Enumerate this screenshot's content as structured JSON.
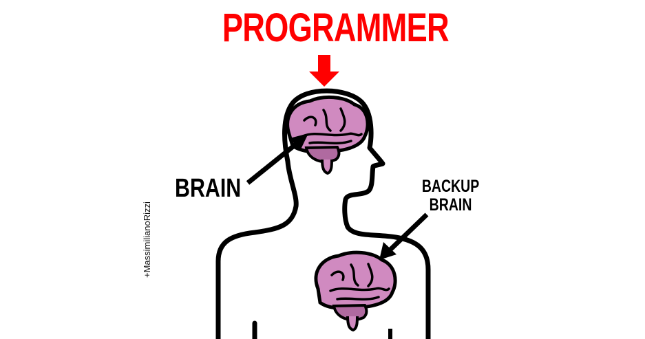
{
  "title": "PROGRAMMER",
  "labels": {
    "brain": "BRAIN",
    "backup_line1": "BACKUP",
    "backup_line2": "BRAIN"
  },
  "credit": "+MassimilianoRizzi",
  "colors": {
    "title": "#ff0000",
    "arrow_top": "#ff0000",
    "brain_fill": "#d08ac0",
    "outline": "#000000",
    "background": "#ffffff"
  }
}
